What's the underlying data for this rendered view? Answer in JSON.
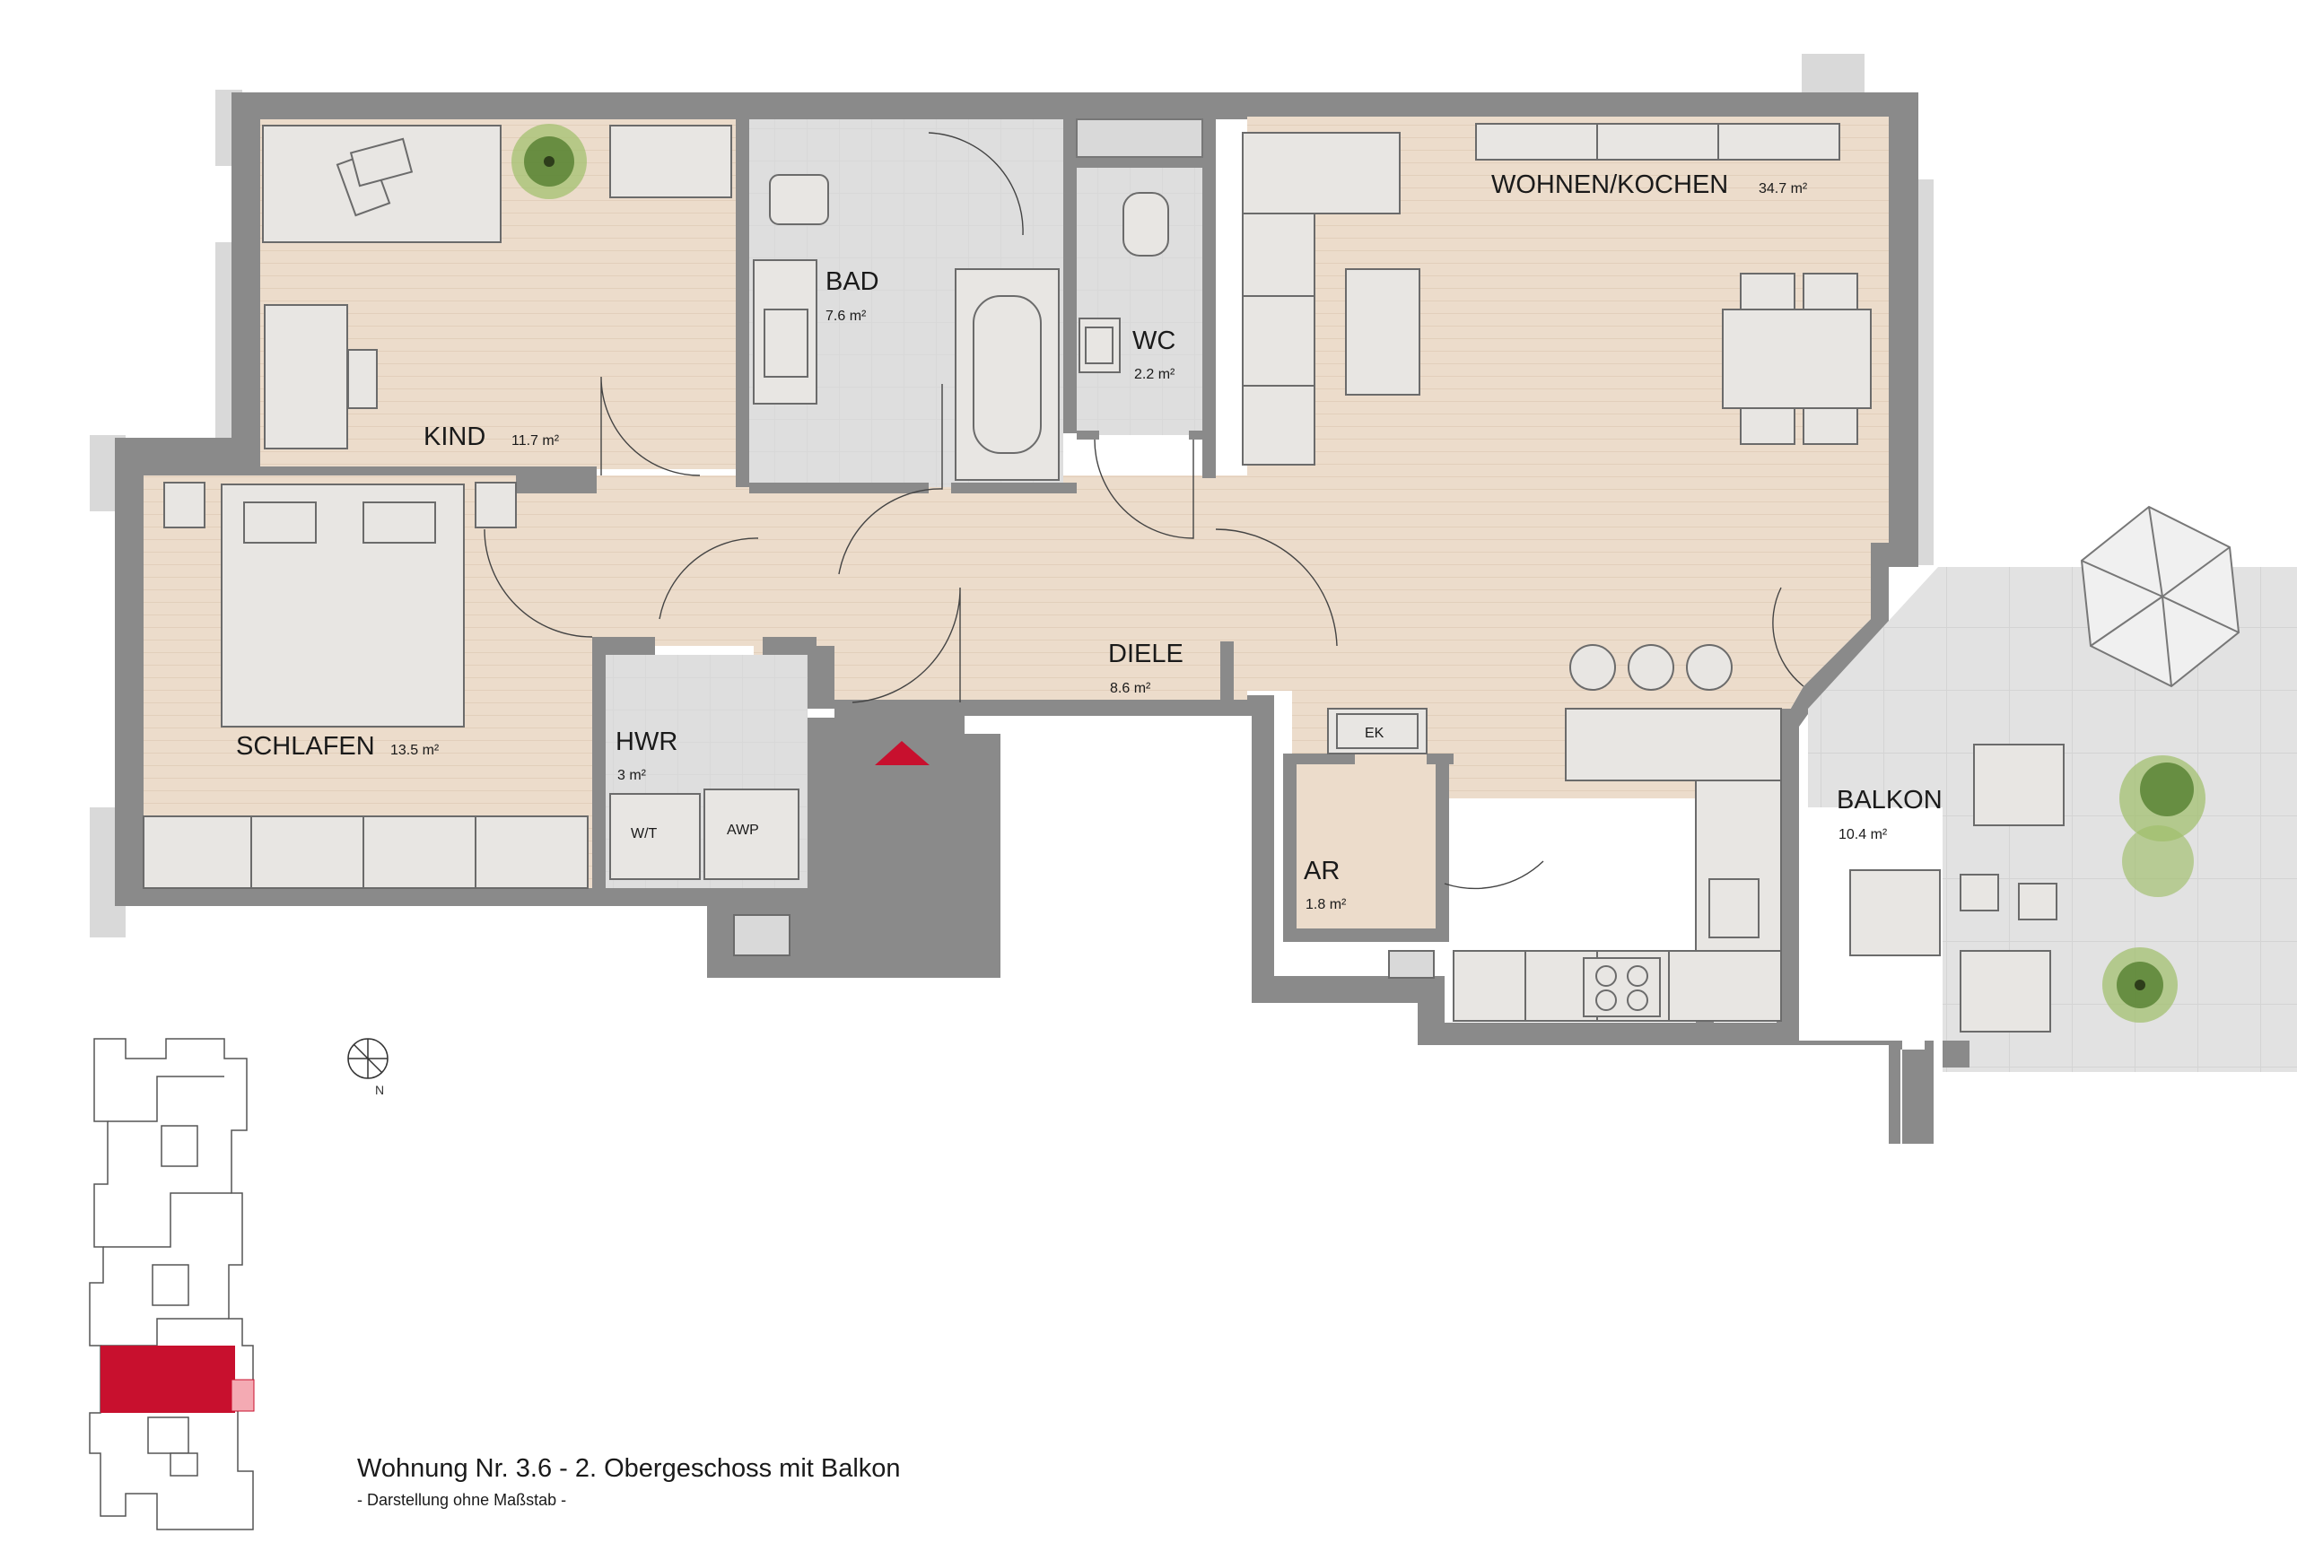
{
  "rooms": {
    "kind": {
      "name": "KIND",
      "area": "11.7 m²"
    },
    "bad": {
      "name": "BAD",
      "area": "7.6 m²"
    },
    "wc": {
      "name": "WC",
      "area": "2.2 m²"
    },
    "wohnen": {
      "name": "WOHNEN/KOCHEN",
      "area": "34.7 m²"
    },
    "diele": {
      "name": "DIELE",
      "area": "8.6 m²"
    },
    "schlafen": {
      "name": "SCHLAFEN",
      "area": "13.5 m²"
    },
    "hwr": {
      "name": "HWR",
      "area": "3 m²"
    },
    "ar": {
      "name": "AR",
      "area": "1.8 m²"
    },
    "balkon": {
      "name": "BALKON",
      "area": "10.4 m²"
    }
  },
  "appliances": {
    "ek": "EK",
    "wt": "W/T",
    "awp": "AWP"
  },
  "compass": {
    "north_label": "N",
    "icon": "compass-icon"
  },
  "footer": {
    "title": "Wohnung Nr. 3.6 - 2. Obergeschoss mit Balkon",
    "subtitle": "- Darstellung ohne Maßstab -"
  },
  "colors": {
    "wall": "#8a8a8a",
    "wall_light": "#d9d9d9",
    "floor_wood": "#ecdccb",
    "floor_tile": "#d7d7d7",
    "furniture": "#e8e6e3",
    "highlight": "#c8102e",
    "highlight_light": "#f4aab3"
  }
}
